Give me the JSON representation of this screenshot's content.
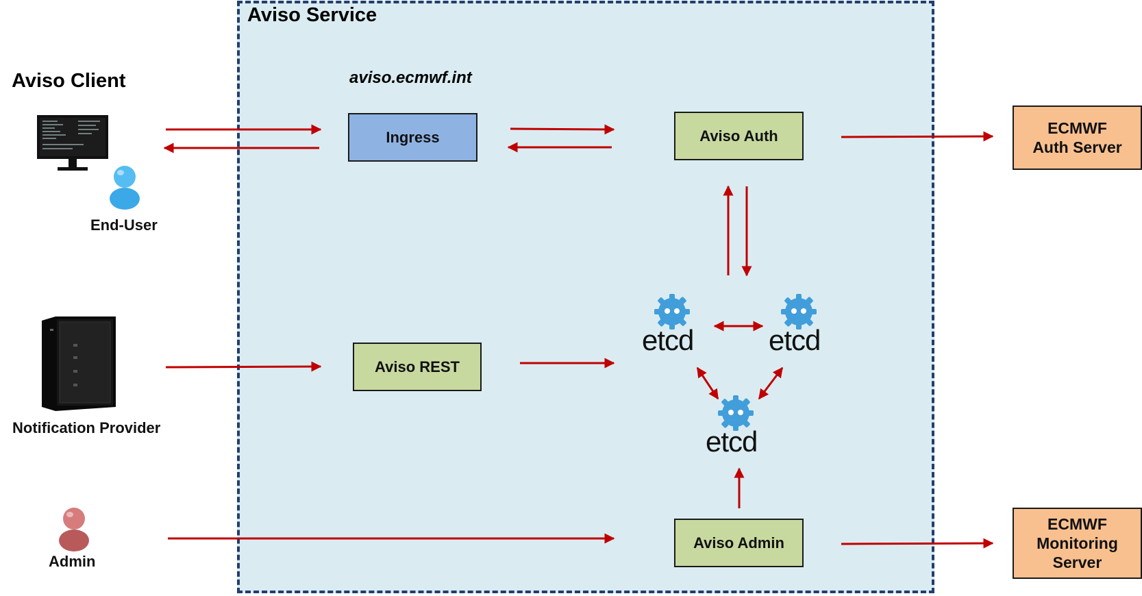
{
  "service": {
    "title": "Aviso Service",
    "domain": "aviso.ecmwf.int"
  },
  "client": {
    "title": "Aviso Client"
  },
  "components": {
    "ingress": "Ingress",
    "auth": "Aviso Auth",
    "rest": "Aviso REST",
    "admin": "Aviso Admin"
  },
  "external": {
    "auth_server": [
      "ECMWF",
      "Auth Server"
    ],
    "monitoring_server": [
      "ECMWF",
      "Monitoring",
      "Server"
    ]
  },
  "actors": {
    "end_user": "End-User",
    "notification_provider": "Notification Provider",
    "admin": "Admin"
  },
  "etcd_label": "etcd",
  "colors": {
    "arrow": "#c00000",
    "service_bg": "#daecf2",
    "frame": "#213e6e",
    "ingress": "#8eb3e3",
    "component": "#c8d9a0",
    "external": "#f9c08f",
    "etcd": "#419eda"
  }
}
